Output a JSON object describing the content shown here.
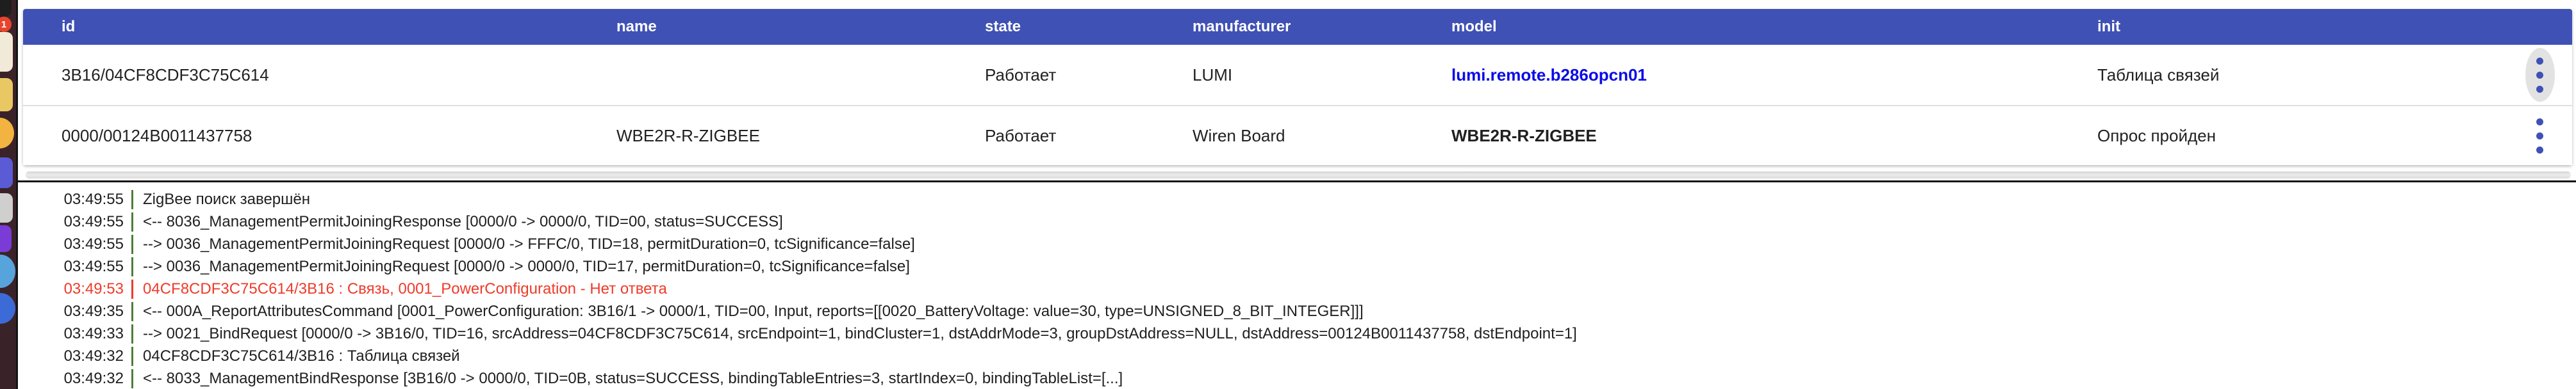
{
  "colors": {
    "header_bg": "#3f51b5",
    "link_blue": "#0b0be6",
    "error_red": "#ee3b2a",
    "separator_green": "#4e7d3a",
    "menu_dot_indigo": "#3f51b5",
    "dock_bg": "#3a2328"
  },
  "dock": {
    "badge_count": "1",
    "icons": [
      {
        "name": "app-icon-dark-square",
        "color": "#1e1e1e",
        "shape": "square"
      },
      {
        "name": "notification-badge",
        "color": "#e8442c",
        "shape": "badge"
      },
      {
        "name": "app-icon-cream-card",
        "color": "#f2ead8",
        "shape": "square"
      },
      {
        "name": "app-icon-yellow-notes",
        "color": "#e9c864",
        "shape": "square"
      },
      {
        "name": "app-icon-orange-circle",
        "color": "#f3b340",
        "shape": "circle"
      },
      {
        "name": "app-icon-indigo-app",
        "color": "#5b5bd6",
        "shape": "square"
      },
      {
        "name": "app-icon-gray-stack",
        "color": "#cfcfcf",
        "shape": "square"
      },
      {
        "name": "app-icon-purple-app",
        "color": "#7a3bd6",
        "shape": "square"
      },
      {
        "name": "app-icon-lightblue-sphere",
        "color": "#57a3dc",
        "shape": "circle"
      },
      {
        "name": "app-icon-blue-circle",
        "color": "#3c6bd8",
        "shape": "circle"
      }
    ]
  },
  "table": {
    "columns": [
      {
        "key": "id",
        "label": "id"
      },
      {
        "key": "name",
        "label": "name"
      },
      {
        "key": "state",
        "label": "state"
      },
      {
        "key": "manufacturer",
        "label": "manufacturer"
      },
      {
        "key": "model",
        "label": "model"
      },
      {
        "key": "init",
        "label": "init"
      }
    ],
    "rows": [
      {
        "id": "3B16/04CF8CDF3C75C614",
        "name": "",
        "state": "Работает",
        "manufacturer": "LUMI",
        "model": "lumi.remote.b286opcn01",
        "model_variant": "link",
        "init": "Таблица связей",
        "menu_active": true
      },
      {
        "id": "0000/00124B0011437758",
        "name": "WBE2R-R-ZIGBEE",
        "state": "Работает",
        "manufacturer": "Wiren Board",
        "model": "WBE2R-R-ZIGBEE",
        "model_variant": "bold",
        "init": "Опрос пройден",
        "menu_active": false
      }
    ]
  },
  "log": {
    "entries": [
      {
        "time": "03:49:55",
        "type": "info",
        "message": "ZigBee поиск завершён"
      },
      {
        "time": "03:49:55",
        "type": "info",
        "message": "<-- 8036_ManagementPermitJoiningResponse [0000/0 -> 0000/0, TID=00, status=SUCCESS]"
      },
      {
        "time": "03:49:55",
        "type": "info",
        "message": "--> 0036_ManagementPermitJoiningRequest [0000/0 -> FFFC/0, TID=18, permitDuration=0, tcSignificance=false]"
      },
      {
        "time": "03:49:55",
        "type": "info",
        "message": "--> 0036_ManagementPermitJoiningRequest [0000/0 -> 0000/0, TID=17, permitDuration=0, tcSignificance=false]"
      },
      {
        "time": "03:49:53",
        "type": "error",
        "message": "04CF8CDF3C75C614/3B16 : Связь, 0001_PowerConfiguration - Нет ответа"
      },
      {
        "time": "03:49:35",
        "type": "info",
        "message": "<-- 000A_ReportAttributesCommand [0001_PowerConfiguration: 3B16/1 -> 0000/1, TID=00, Input, reports=[[0020_BatteryVoltage: value=30, type=UNSIGNED_8_BIT_INTEGER]]]"
      },
      {
        "time": "03:49:33",
        "type": "info",
        "message": "--> 0021_BindRequest [0000/0 -> 3B16/0, TID=16, srcAddress=04CF8CDF3C75C614, srcEndpoint=1, bindCluster=1, dstAddrMode=3, groupDstAddress=NULL, dstAddress=00124B0011437758, dstEndpoint=1]"
      },
      {
        "time": "03:49:32",
        "type": "info",
        "message": "04CF8CDF3C75C614/3B16 : Таблица связей"
      },
      {
        "time": "03:49:32",
        "type": "info",
        "message": "<-- 8033_ManagementBindResponse [3B16/0 -> 0000/0, TID=0B, status=SUCCESS, bindingTableEntries=3, startIndex=0, bindingTableList=[...]"
      }
    ]
  }
}
